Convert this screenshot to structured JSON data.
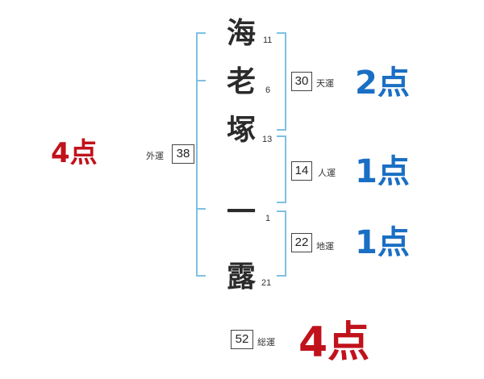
{
  "name": {
    "characters": [
      {
        "char": "海",
        "strokes": "11"
      },
      {
        "char": "老",
        "strokes": "6"
      },
      {
        "char": "塚",
        "strokes": "13"
      },
      {
        "char": "一",
        "strokes": "1"
      },
      {
        "char": "露",
        "strokes": "21"
      }
    ]
  },
  "fortunes": {
    "gaiun": {
      "label": "外運",
      "value": "38",
      "score": "4点"
    },
    "tenun": {
      "label": "天運",
      "value": "30",
      "score": "2点"
    },
    "jinun": {
      "label": "人運",
      "value": "14",
      "score": "1点"
    },
    "chiun": {
      "label": "地運",
      "value": "22",
      "score": "1点"
    },
    "souun": {
      "label": "総運",
      "value": "52",
      "score": "4点"
    }
  },
  "colors": {
    "bracket": "#7fc0e2",
    "score_blue": "#1a6fc4",
    "score_red": "#c1121c"
  }
}
